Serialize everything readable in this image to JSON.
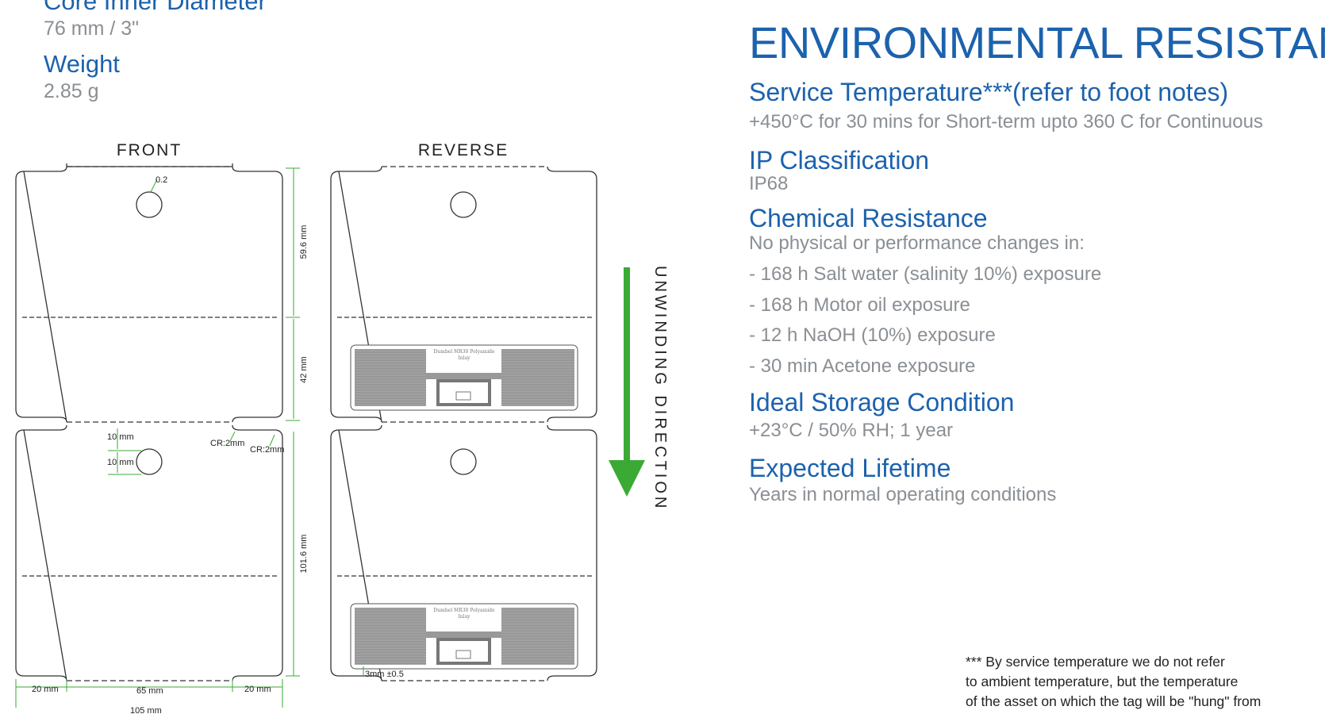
{
  "left_specs": {
    "core_heading": "Core Inner Diameter",
    "core_value": "76 mm / 3\"",
    "weight_heading": "Weight",
    "weight_value": "2.85 g"
  },
  "drawing": {
    "front_label": "FRONT",
    "reverse_label": "REVERSE",
    "direction_label": "UNWINDING DIRECTION",
    "dim_hole": "0.2",
    "dim_top_section": "59.6 mm",
    "dim_mid_section": "42 mm",
    "dim_full_label": "101.6 mm",
    "dim_10mm_a": "10 mm",
    "dim_10mm_b": "10 mm",
    "dim_cr_a": "CR:2mm",
    "dim_cr_b": "CR:2mm",
    "dim_left_notch": "20 mm",
    "dim_center": "65 mm",
    "dim_right_notch": "20 mm",
    "dim_total_width": "105 mm",
    "dim_inlay_gap": "3mm ±0.5",
    "inlay_text_1": "Dumbel MR30 Polyamide",
    "inlay_text_2": "Inlay",
    "accent_color": "#3aaa35"
  },
  "environmental": {
    "title": "ENVIRONMENTAL RESISTANCE",
    "service_temp_heading": "Service Temperature***(refer to foot notes)",
    "service_temp_value": "+450°C for 30 mins for Short-term upto 360 C for Continuous",
    "ip_heading": "IP Classification",
    "ip_value": "IP68",
    "chem_heading": "Chemical Resistance",
    "chem_intro": "No physical or performance changes in:",
    "chem_items": [
      "- 168 h Salt water (salinity 10%) exposure",
      "- 168 h Motor oil exposure",
      "- 12 h NaOH (10%) exposure",
      "- 30 min Acetone exposure"
    ],
    "storage_heading": "Ideal Storage Condition",
    "storage_value": "+23°C / 50% RH; 1 year",
    "lifetime_heading": "Expected Lifetime",
    "lifetime_value": "Years in normal operating conditions"
  },
  "footnote": {
    "line1": "*** By service temperature we do not refer",
    "line2": "to ambient temperature, but the temperature",
    "line3": "of the asset on which the tag will be \"hung\" from"
  },
  "colors": {
    "heading_blue": "#1c62ad",
    "value_gray": "#8a8f94",
    "arrow_green": "#3aaa35"
  }
}
